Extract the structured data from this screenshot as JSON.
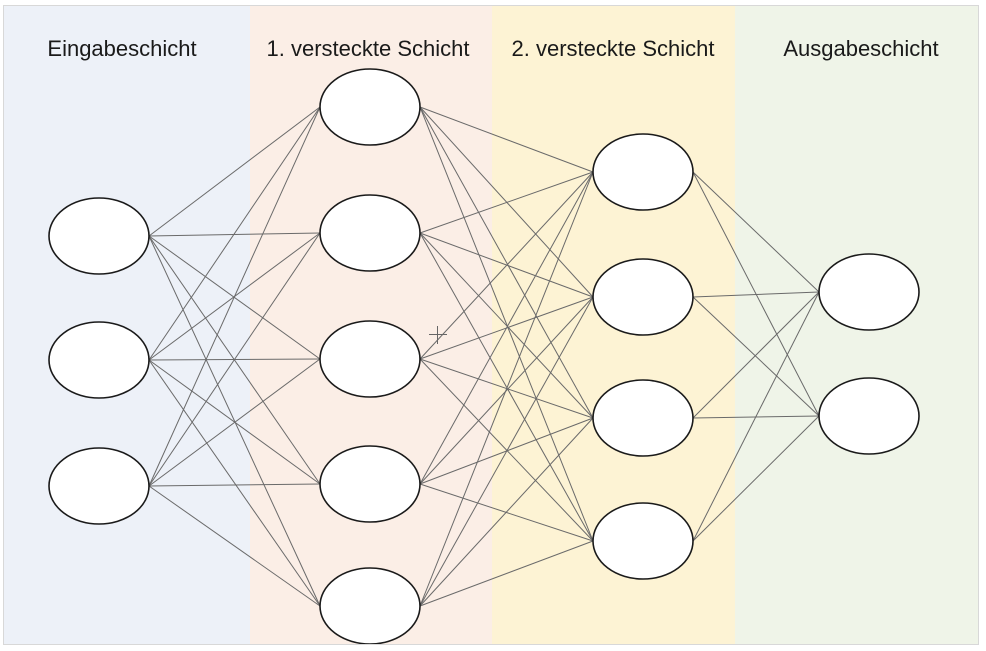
{
  "layers": [
    {
      "id": "input",
      "title": "Eingabeschicht",
      "color": "#edf1f8",
      "neurons": 3
    },
    {
      "id": "hidden1",
      "title": "1. versteckte Schicht",
      "color": "#fbeee6",
      "neurons": 5
    },
    {
      "id": "hidden2",
      "title": "2. versteckte Schicht",
      "color": "#fdf3d4",
      "neurons": 4
    },
    {
      "id": "output",
      "title": "Ausgabeschicht",
      "color": "#eff4e8",
      "neurons": 2
    }
  ],
  "connections": "fully-connected",
  "neuron_fill": "#ffffff",
  "neuron_stroke": "#1a1a1a",
  "edge_color": "#6a6a6a"
}
